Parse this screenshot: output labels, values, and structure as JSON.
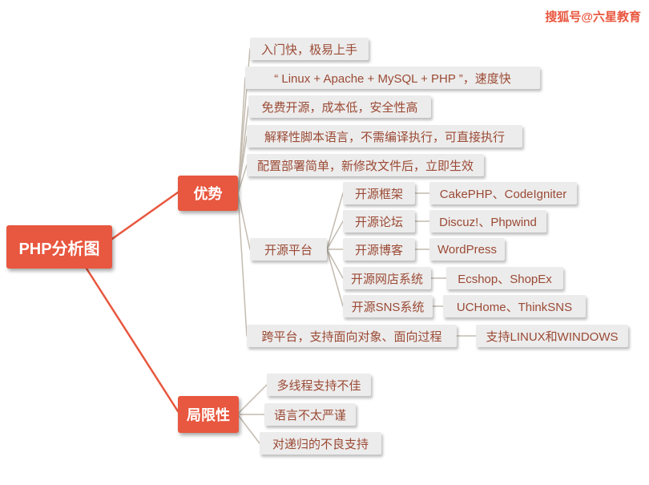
{
  "watermark": {
    "text": "搜狐号@六星教育"
  },
  "root": {
    "label": "PHP分析图"
  },
  "advantages": {
    "label": "优势",
    "items": [
      "入门快，极易上手",
      "“ Linux + Apache + MySQL + PHP ”，速度快",
      "免费开源，成本低，安全性高",
      "解释性脚本语言，不需编译执行，可直接执行",
      "配置部署简单，新修改文件后，立即生效"
    ],
    "open_platform": {
      "label": "开源平台",
      "children": [
        {
          "label": "开源框架",
          "value": "CakePHP、CodeIgniter"
        },
        {
          "label": "开源论坛",
          "value": "Discuz!、Phpwind"
        },
        {
          "label": "开源博客",
          "value": "WordPress"
        },
        {
          "label": "开源网店系统",
          "value": "Ecshop、ShopEx"
        },
        {
          "label": "开源SNS系统",
          "value": "UCHome、ThinkSNS"
        }
      ]
    },
    "cross_platform": {
      "label": "跨平台，支持面向对象、面向过程",
      "value": "支持LINUX和WINDOWS"
    }
  },
  "limitations": {
    "label": "局限性",
    "items": [
      "多线程支持不佳",
      "语言不太严谨",
      "对递归的不良支持"
    ]
  },
  "colors": {
    "accent": "#e8573f",
    "leaf_bg": "#ececec",
    "leaf_text": "#9b4a35",
    "connector": "#c3bbb0"
  }
}
